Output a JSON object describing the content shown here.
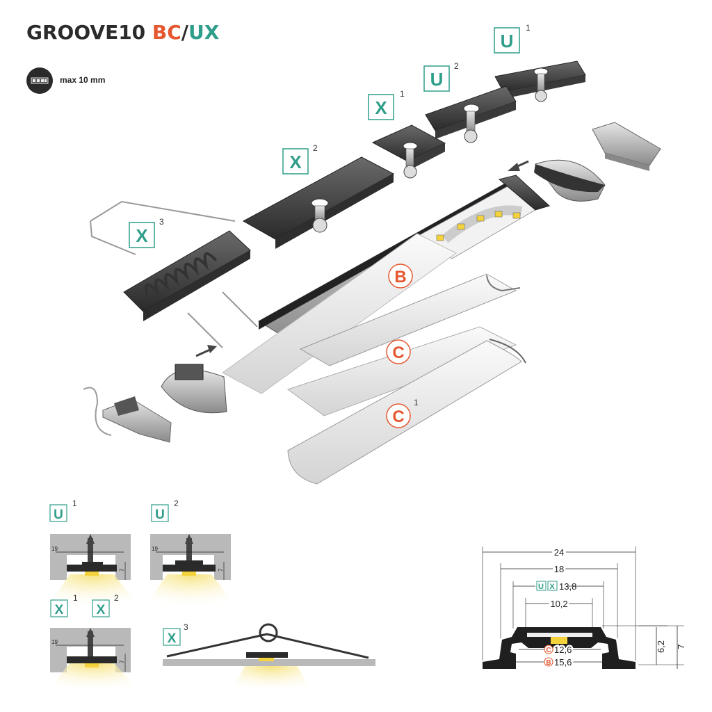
{
  "title": {
    "main": "GROOVE10 ",
    "bc": "BC",
    "sep": "/",
    "ux": "UX"
  },
  "strip": {
    "text": "max 10 mm"
  },
  "exploded": {
    "labels": [
      {
        "id": "u1",
        "letter": "U",
        "sup": "1",
        "kind": "green"
      },
      {
        "id": "u2",
        "letter": "U",
        "sup": "2",
        "kind": "green"
      },
      {
        "id": "x1",
        "letter": "X",
        "sup": "1",
        "kind": "green"
      },
      {
        "id": "x2",
        "letter": "X",
        "sup": "2",
        "kind": "green"
      },
      {
        "id": "x3",
        "letter": "X",
        "sup": "3",
        "kind": "green"
      },
      {
        "id": "b",
        "letter": "B",
        "sup": "",
        "kind": "orange"
      },
      {
        "id": "c",
        "letter": "C",
        "sup": "",
        "kind": "orange"
      },
      {
        "id": "c1",
        "letter": "C",
        "sup": "1",
        "kind": "orange"
      }
    ]
  },
  "sections": {
    "u1": {
      "letter": "U",
      "sup": "1",
      "width": "19",
      "height": "7"
    },
    "u2": {
      "letter": "U",
      "sup": "2",
      "width": "19",
      "height": "7"
    },
    "x12": {
      "letter1": "X",
      "sup1": "1",
      "letter2": "X",
      "sup2": "2",
      "width": "19",
      "height": "7"
    },
    "x3": {
      "letter": "X",
      "sup": "3"
    }
  },
  "profile": {
    "d24": "24",
    "d18": "18",
    "d13": "13,8",
    "d13_u": "U",
    "d13_x": "X",
    "d10": "10,2",
    "d126_mark": "C",
    "d126": "12,6",
    "d156_mark": "B",
    "d156": "15,6",
    "h62": "6,2",
    "h7": "7"
  },
  "colors": {
    "green": "#2f9e8a",
    "orange": "#e5572f",
    "dark": "#2b2b2b",
    "grey": "#b9b9b9",
    "led": "#f4d23c"
  }
}
